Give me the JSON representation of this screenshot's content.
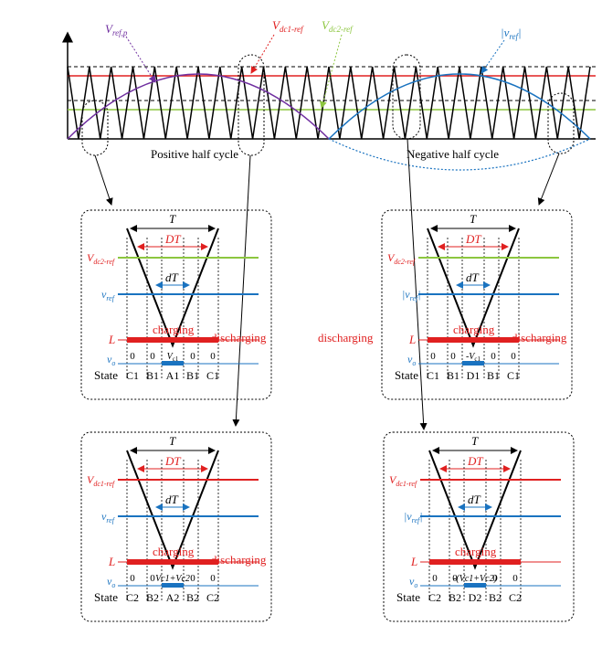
{
  "top": {
    "label_vrefp": "V",
    "label_vrefp_sub": "ref,p",
    "label_vdc1": "V",
    "label_vdc1_sub": "dc1-ref",
    "label_vdc2": "V",
    "label_vdc2_sub": "dc2-ref",
    "label_absvref": "|v",
    "label_absvref_sub": "ref",
    "label_absvref_end": "|",
    "positive": "Positive half cycle",
    "negative": "Negative half cycle"
  },
  "panels": [
    {
      "T": "T",
      "DT": "DT",
      "dT": "dT",
      "ref_main": "V",
      "ref_main_sub": "dc2-ref",
      "ref_v": "v",
      "ref_v_sub": "ref",
      "L": "L",
      "charging": "charging",
      "discharging": "discharging",
      "vo": "v",
      "vo_sub": "o",
      "vo_values": [
        "0",
        "0",
        "V",
        "0",
        "0"
      ],
      "vo_center_sub": "c1",
      "state": "State",
      "states": [
        "C1",
        "B1",
        "A1",
        "B1",
        "C1"
      ]
    },
    {
      "T": "T",
      "DT": "DT",
      "dT": "dT",
      "ref_main": "V",
      "ref_main_sub": "dc2-ref",
      "ref_v": "|v",
      "ref_v_sub": "ref",
      "L": "L",
      "charging": "charging",
      "discharging": "discharging",
      "discharging_left": "discharging",
      "vo": "v",
      "vo_sub": "o",
      "vo_values": [
        "0",
        "0",
        "-V",
        "0",
        "0"
      ],
      "vo_center_sub": "c1",
      "state": "State",
      "states": [
        "C1",
        "B1",
        "D1",
        "B1",
        "C1"
      ]
    },
    {
      "T": "T",
      "DT": "DT",
      "dT": "dT",
      "ref_main": "V",
      "ref_main_sub": "dc1-ref",
      "ref_v": "v",
      "ref_v_sub": "ref",
      "L": "L",
      "charging": "charging",
      "discharging": "discharging",
      "vo": "v",
      "vo_sub": "o",
      "vo_values": [
        "0",
        "0",
        "V",
        "0",
        "0"
      ],
      "vo_center_text": "Vc1+Vc2",
      "state": "State",
      "states": [
        "C2",
        "B2",
        "A2",
        "B2",
        "C2"
      ]
    },
    {
      "T": "T",
      "DT": "DT",
      "dT": "dT",
      "ref_main": "V",
      "ref_main_sub": "dc1-ref",
      "ref_v": "|v",
      "ref_v_sub": "ref",
      "L": "L",
      "charging": "charging",
      "vo": "v",
      "vo_sub": "o",
      "vo_values": [
        "0",
        "0",
        "-(Vc1+Vc2)",
        "0",
        "0"
      ],
      "state": "State",
      "states": [
        "C2",
        "B2",
        "D2",
        "B2",
        "C2"
      ]
    }
  ],
  "colors": {
    "red": "#e02020",
    "green": "#8cc63f",
    "blue": "#1a73c0",
    "purple": "#7030a0"
  }
}
